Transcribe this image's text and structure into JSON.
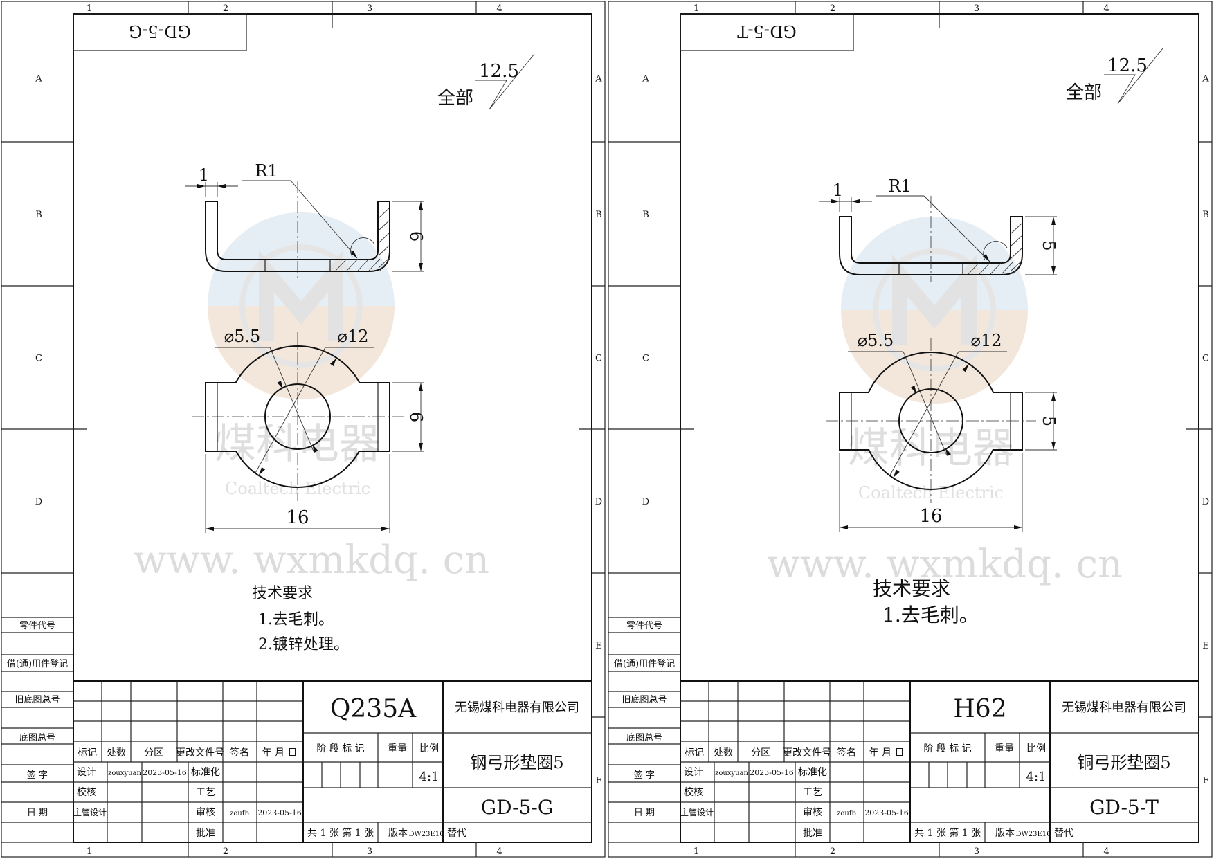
{
  "labels": {
    "zones_cols": [
      "1",
      "2",
      "3",
      "4"
    ],
    "zones_rows": [
      "A",
      "B",
      "C",
      "D",
      "E",
      "F"
    ],
    "side_table": [
      "零件代号",
      "借(通)用件登记",
      "旧底图总号",
      "底图总号",
      "签 字",
      "日 期"
    ],
    "roughness_prefix": "全部",
    "roughness_value": "12.5",
    "change_headers": [
      "标记",
      "处数",
      "分区",
      "更改文件号",
      "签名",
      "年 月 日"
    ],
    "stage_mark": "阶 段 标 记",
    "weight": "重量",
    "scale_label": "比例",
    "design": "设计",
    "standardization": "标准化",
    "check": "校核",
    "process": "工艺",
    "chief_design": "主管设计",
    "review": "审核",
    "approve": "批准",
    "sheets_count": "共 1 张  第 1 张",
    "version_label": "版本",
    "replace": "替代",
    "tech_title": "技术要求",
    "watermark_cn": "煤科电器",
    "watermark_en": "Coaltech Electric",
    "watermark_url": "www. wxmkdq. cn"
  },
  "sheets": [
    {
      "code_mirrored": "GD-5-G",
      "material": "Q235A",
      "company": "无锡煤科电器有限公司",
      "part_name": "钢弓形垫圈5",
      "drawing_no": "GD-5-G",
      "scale": "4:1",
      "designer": "zouxyuan",
      "design_date": "2023-05-16",
      "reviewer": "zoufb",
      "review_date": "2023-05-16",
      "version": "DW23E16",
      "dims": {
        "thickness": "1",
        "radius": "R1",
        "height": "6",
        "hole": "⌀5.5",
        "outer": "⌀12",
        "width": "16"
      },
      "tech": [
        "1.去毛刺。",
        "2.镀锌处理。"
      ]
    },
    {
      "code_mirrored": "GD-5-T",
      "material": "H62",
      "company": "无锡煤科电器有限公司",
      "part_name": "铜弓形垫圈5",
      "drawing_no": "GD-5-T",
      "scale": "4:1",
      "designer": "zouxyuan",
      "design_date": "2023-05-16",
      "reviewer": "zoufb",
      "review_date": "2023-05-16",
      "version": "DW23E16",
      "dims": {
        "thickness": "1",
        "radius": "R1",
        "height": "5",
        "hole": "⌀5.5",
        "outer": "⌀12",
        "width": "16"
      },
      "tech": [
        "1.去毛刺。"
      ]
    }
  ]
}
